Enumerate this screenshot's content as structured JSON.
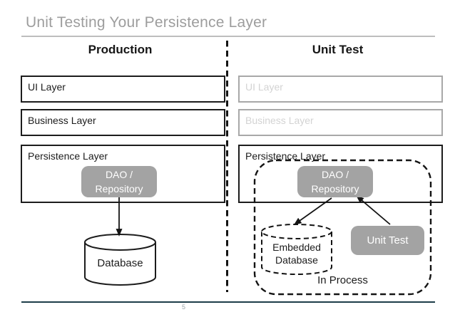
{
  "title": "Unit Testing Your Persistence Layer",
  "page_number": "5",
  "production": {
    "header": "Production",
    "ui_layer": "UI Layer",
    "business_layer": "Business Layer",
    "persistence_layer": "Persistence Layer",
    "dao_line1": "DAO /",
    "dao_line2": "Repository",
    "database": "Database"
  },
  "unit_test": {
    "header": "Unit Test",
    "ui_layer": "UI Layer",
    "business_layer": "Business Layer",
    "persistence_layer": "Persistence Layer",
    "dao_line1": "DAO /",
    "dao_line2": "Repository",
    "embedded_db_line1": "Embedded",
    "embedded_db_line2": "Database",
    "unit_test_box": "Unit Test",
    "in_process": "In Process"
  },
  "colors": {
    "ink": "#1c1c1c",
    "title_gray": "#9d9d9d",
    "box_fill_gray": "#a3a3a3",
    "faded_border": "#a8a8a8",
    "faded_text": "#d3d3d3",
    "footer_line": "#1d3d49"
  }
}
